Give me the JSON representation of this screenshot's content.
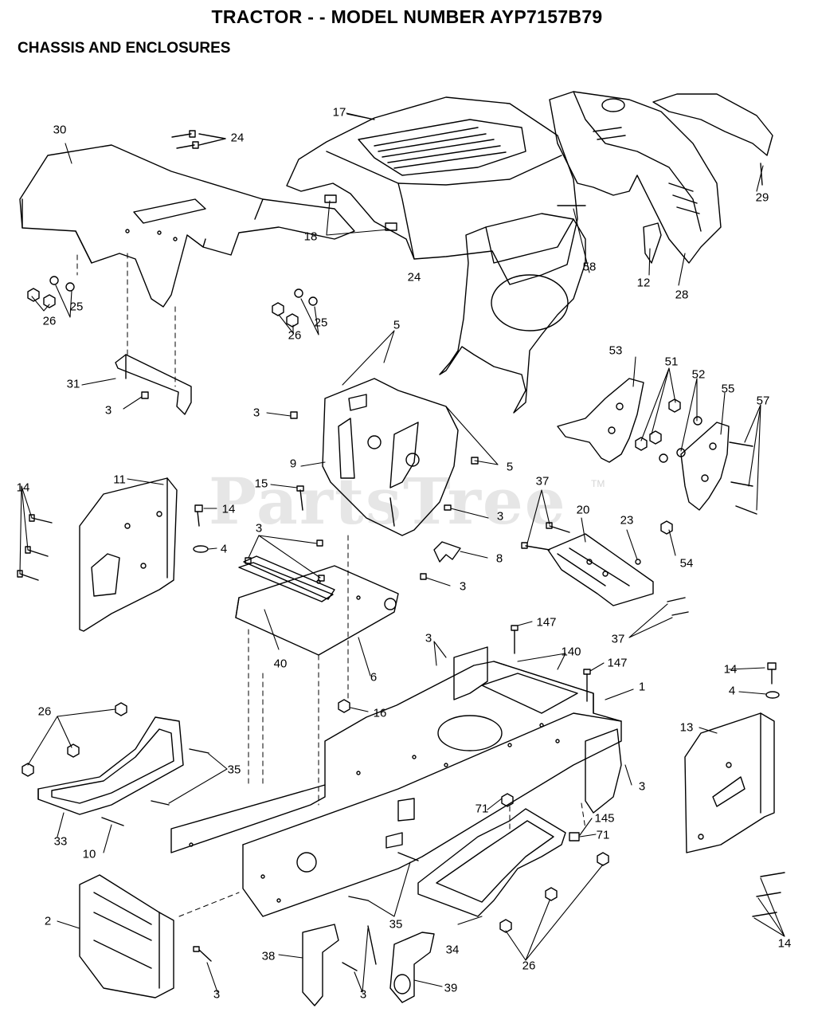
{
  "header": {
    "title": "TRACTOR - - MODEL NUMBER AYP7157B79",
    "section": "CHASSIS AND ENCLOSURES"
  },
  "watermark": {
    "text": "PartsTree",
    "trademark": "TM"
  },
  "callouts": {
    "c30": "30",
    "c24a": "24",
    "c17": "17",
    "c29": "29",
    "c18": "18",
    "c24b": "24",
    "c58": "58",
    "c12": "12",
    "c28": "28",
    "c25a": "25",
    "c26a": "26",
    "c26b": "26",
    "c25b": "25",
    "c5a": "5",
    "c31": "31",
    "c3a": "3",
    "c3b": "3",
    "c53": "53",
    "c51": "51",
    "c52": "52",
    "c55": "55",
    "c57": "57",
    "c9": "9",
    "c5b": "5",
    "c14a": "14",
    "c11": "11",
    "c15": "15",
    "c14b": "14",
    "c4a": "4",
    "c3c": "3",
    "c37a": "37",
    "c20": "20",
    "c23": "23",
    "c54": "54",
    "c8": "8",
    "c3d": "3",
    "c3e": "3",
    "c37b": "37",
    "c147a": "147",
    "c40": "40",
    "c6": "6",
    "c3f": "3",
    "c140": "140",
    "c147b": "147",
    "c14c": "14",
    "c4b": "4",
    "c1": "1",
    "c16": "16",
    "c13": "13",
    "c26c": "26",
    "c35a": "35",
    "c3g": "3",
    "c71a": "71",
    "c145": "145",
    "c71b": "71",
    "c33": "33",
    "c10": "10",
    "c35b": "35",
    "c2": "2",
    "c34": "34",
    "c38": "38",
    "c3h": "3",
    "c39": "39",
    "c26d": "26",
    "c3i": "3",
    "c14d": "14"
  },
  "colors": {
    "line": "#000000",
    "background": "#ffffff",
    "watermark": "#e6e6e6"
  }
}
